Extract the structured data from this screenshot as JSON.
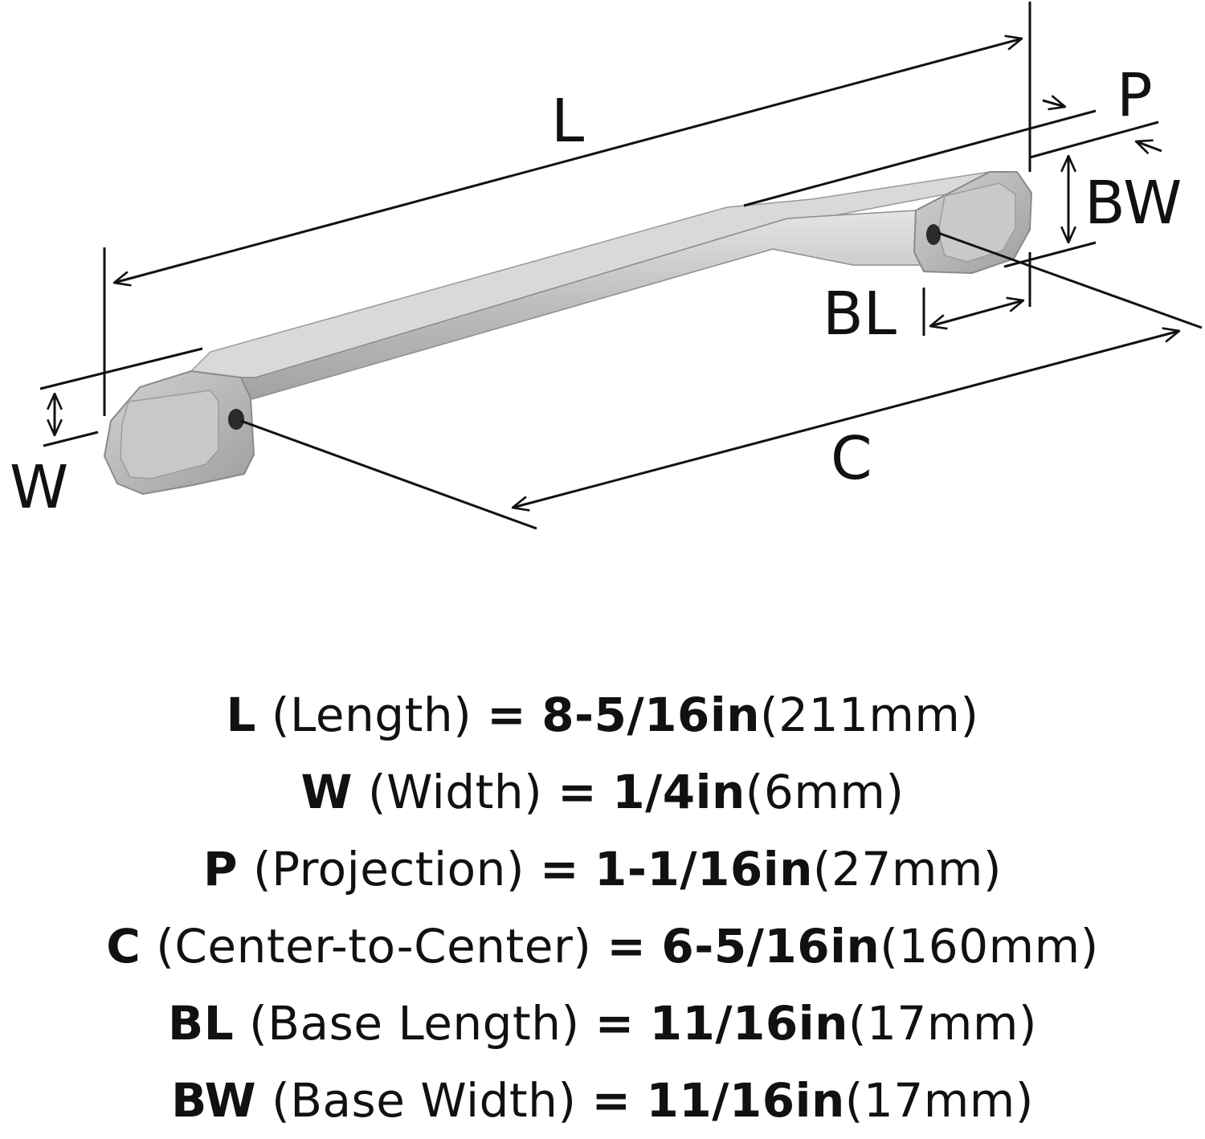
{
  "diagram": {
    "labels": {
      "L": "L",
      "P": "P",
      "BW": "BW",
      "BL": "BL",
      "W": "W",
      "C": "C"
    }
  },
  "specs": [
    {
      "code": "L",
      "name": "(Length)",
      "eq": "=",
      "imperial": "8-5/16in",
      "metric": "(211mm)"
    },
    {
      "code": "W",
      "name": "(Width)",
      "eq": "=",
      "imperial": "1/4in",
      "metric": "(6mm)"
    },
    {
      "code": "P",
      "name": "(Projection)",
      "eq": "=",
      "imperial": "1-1/16in",
      "metric": "(27mm)"
    },
    {
      "code": "C",
      "name": "(Center-to-Center)",
      "eq": "=",
      "imperial": "6-5/16in",
      "metric": "(160mm)"
    },
    {
      "code": "BL",
      "name": "(Base Length)",
      "eq": "=",
      "imperial": "11/16in",
      "metric": "(17mm)"
    },
    {
      "code": "BW",
      "name": "(Base Width)",
      "eq": "=",
      "imperial": "11/16in",
      "metric": "(17mm)"
    }
  ],
  "colors": {
    "ink": "#111111",
    "metal_light": "#d6d6d6",
    "metal_mid": "#b4b4b4",
    "metal_dark": "#8a8a8a"
  }
}
